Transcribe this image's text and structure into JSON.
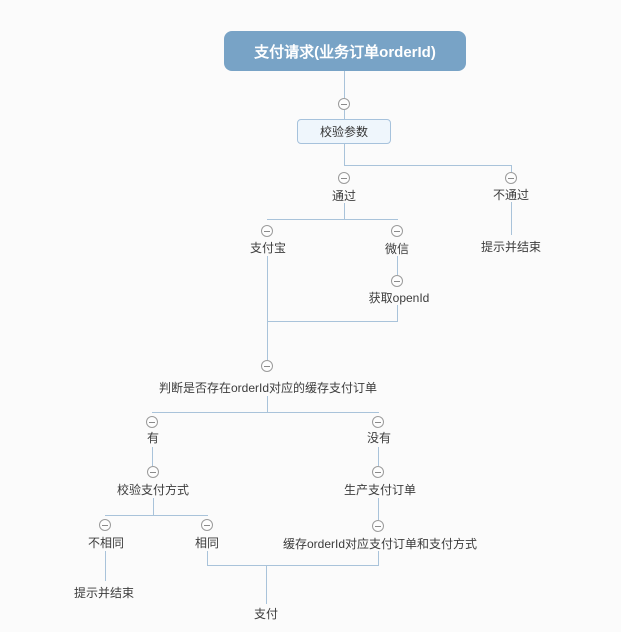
{
  "diagram": {
    "type": "mindmap-flow",
    "root_label": "支付请求(业务订单orderId)",
    "nodes": {
      "check_params": "校验参数",
      "pass": "通过",
      "no_pass": "不通过",
      "no_pass_end": "提示并结束",
      "alipay": "支付宝",
      "wechat": "微信",
      "get_openid": "获取openId",
      "check_cached_order": "判断是否存在orderId对应的缓存支付订单",
      "exists": "有",
      "not_exists": "没有",
      "check_pay_method": "校验支付方式",
      "create_pay_order": "生产支付订单",
      "cache_pay_order": "缓存orderId对应支付订单和支付方式",
      "different": "不相同",
      "same": "相同",
      "different_end": "提示并结束",
      "pay": "支付"
    },
    "colors": {
      "root_bg": "#78a3c6",
      "root_text": "#ffffff",
      "box_bg": "#eff6fc",
      "box_border": "#a6c2dc",
      "connector": "#a9c3da",
      "collapse_icon_border": "#9b9b9b",
      "label_text": "#3c3c3c",
      "canvas_bg": "#fbfbfb"
    }
  }
}
